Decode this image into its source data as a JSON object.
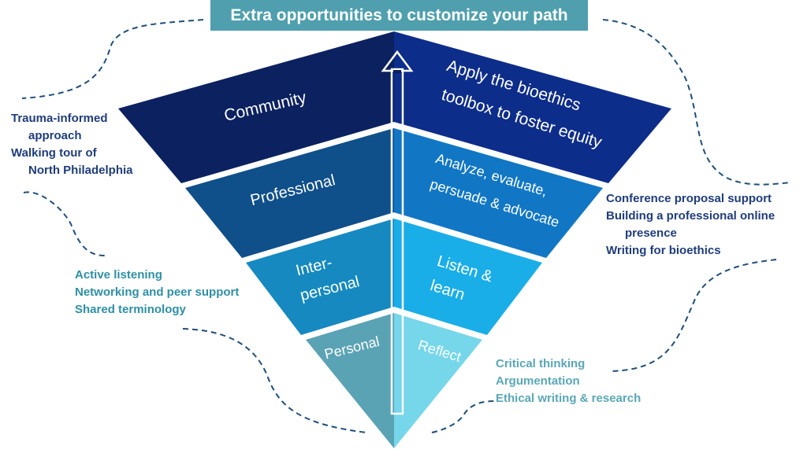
{
  "title": "Extra opportunities to customize your path",
  "levels": [
    {
      "left": "Community",
      "right": [
        "Apply the bioethics",
        "toolbox to foster equity"
      ]
    },
    {
      "left": "Professional",
      "right": [
        "Analyze, evaluate,",
        "persuade & advocate"
      ]
    },
    {
      "left": [
        "Inter-",
        "personal"
      ],
      "right": [
        "Listen &",
        "learn"
      ]
    },
    {
      "left": "Personal",
      "right": "Reflect"
    }
  ],
  "notes": {
    "community": [
      "Trauma-informed",
      "approach",
      "Walking tour of",
      "North Philadelphia"
    ],
    "professional": [
      "Conference proposal support",
      "Building a professional online",
      "presence",
      "Writing for bioethics"
    ],
    "interpersonal": [
      "Active listening",
      "Networking and peer support",
      "Shared terminology"
    ],
    "personal": [
      "Critical thinking",
      "Argumentation",
      "Ethical writing & research"
    ]
  },
  "colors": {
    "community_left": "#0b2160",
    "community_right": "#0d2d8a",
    "professional_left": "#0f4f8a",
    "professional_right": "#1177c5",
    "interpersonal_left": "#1589c0",
    "interpersonal_right": "#1aaee8",
    "personal_left": "#5aa3b5",
    "personal_right": "#76d6ea",
    "title_bar": "#4f9fae"
  },
  "icons": {
    "arrow": "up-arrow-icon",
    "curves": "dashed-connector"
  }
}
